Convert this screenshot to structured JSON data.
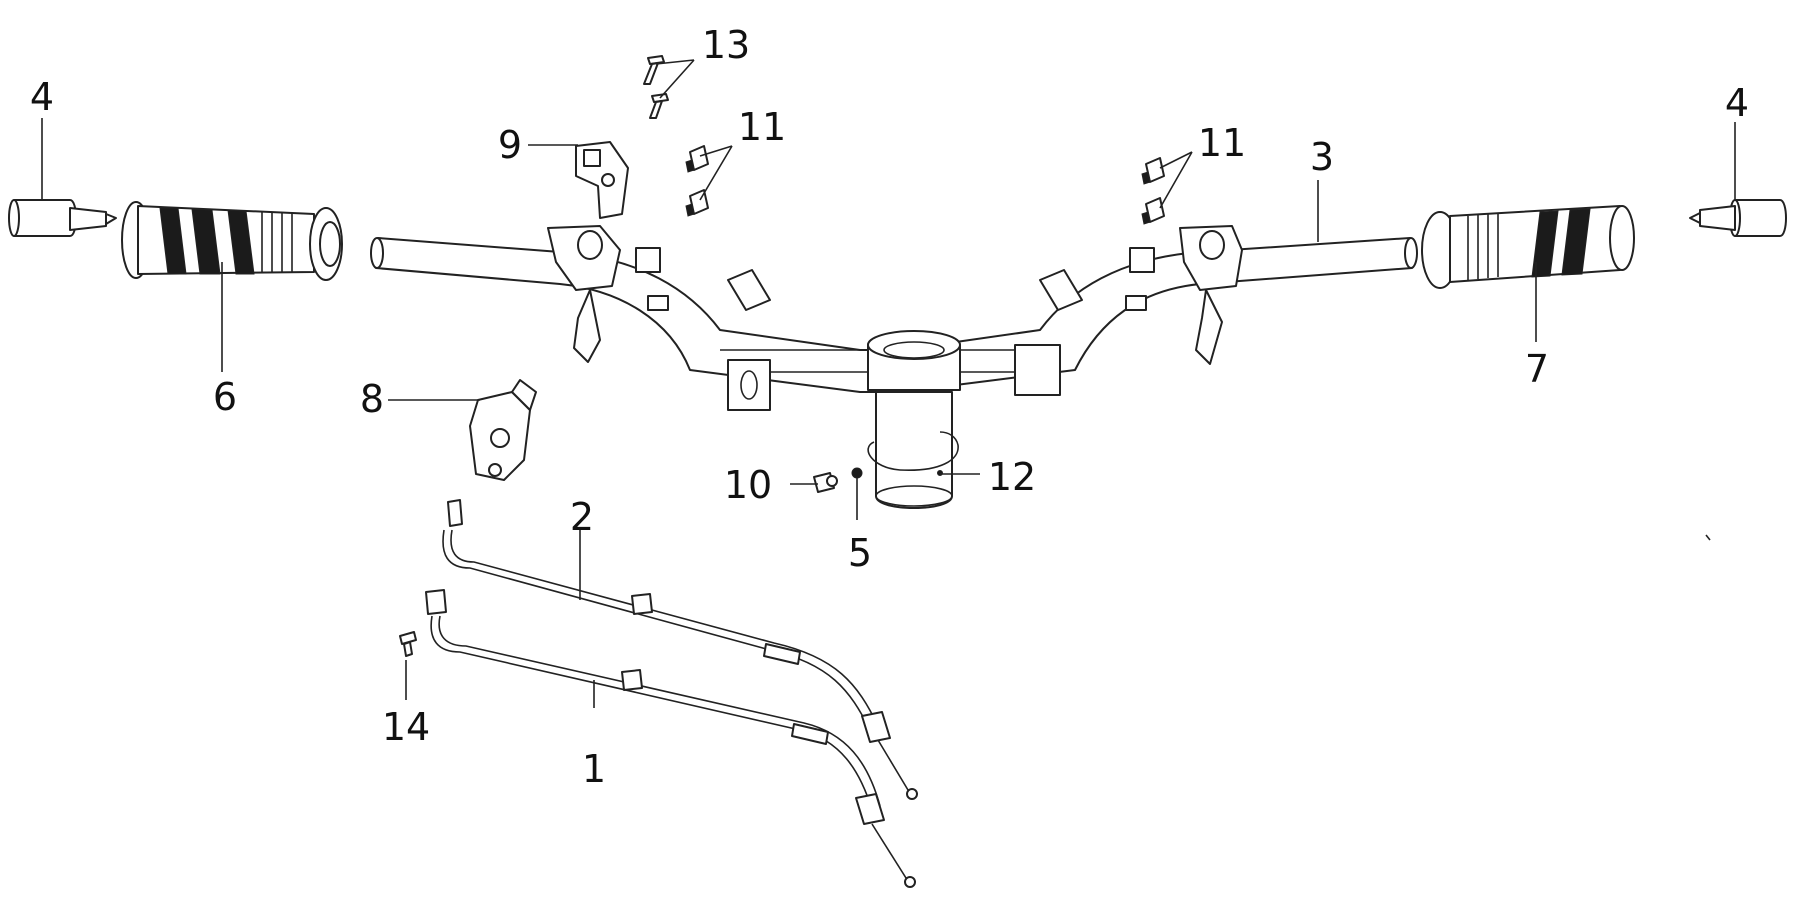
{
  "diagram": {
    "callouts": {
      "p1": "1",
      "p2": "2",
      "p3": "3",
      "p4_left": "4",
      "p4_right": "4",
      "p5": "5",
      "p6": "6",
      "p7": "7",
      "p8": "8",
      "p9": "9",
      "p10": "10",
      "p11_left": "11",
      "p11_right": "11",
      "p12": "12",
      "p13": "13",
      "p14": "14"
    }
  }
}
